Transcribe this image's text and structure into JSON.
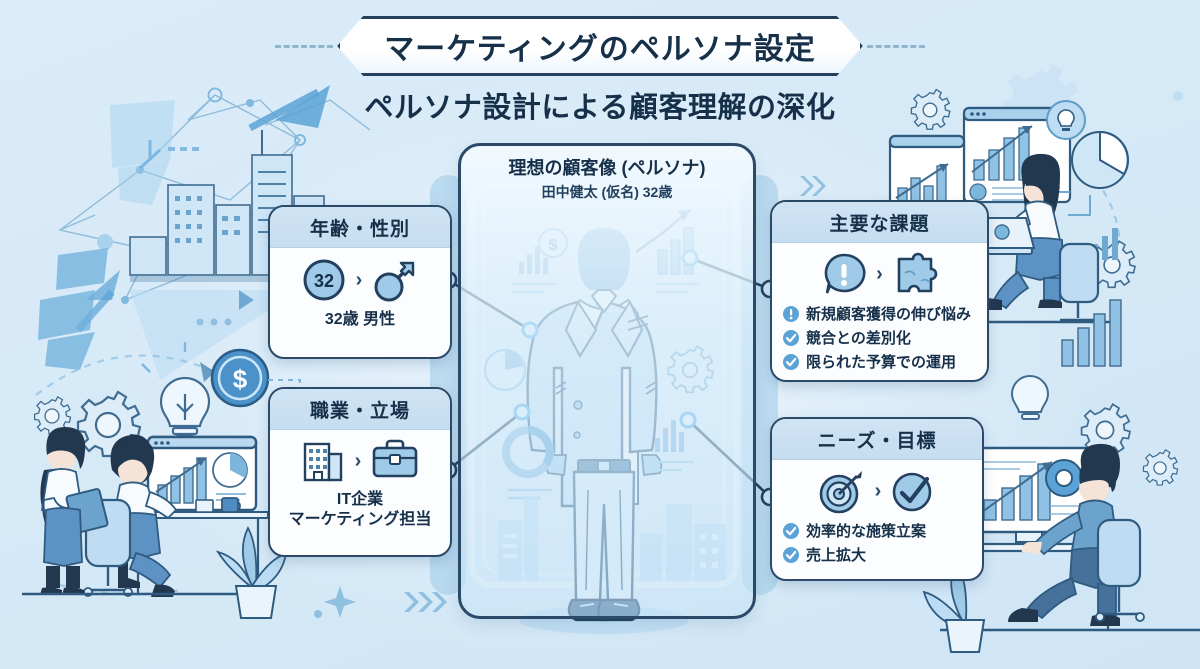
{
  "header": {
    "title": "マーケティングのペルソナ設定",
    "subtitle": "ペルソナ設計による顧客理解の深化"
  },
  "persona": {
    "panel_title": "理想の顧客像 (ペルソナ)",
    "panel_subtitle": "田中健太 (仮名) 32歳",
    "figure_name": "businessman-silhouette"
  },
  "cards": {
    "age": {
      "title": "年齢・性別",
      "icon_left": "age-circle-32-icon",
      "icon_left_value": "32",
      "separator": "›",
      "icon_right": "male-gender-icon",
      "caption": "32歳  男性"
    },
    "job": {
      "title": "職業・立場",
      "icon_left": "office-building-icon",
      "separator": "›",
      "icon_right": "briefcase-icon",
      "caption_line1": "IT企業",
      "caption_line2": "マーケティング担当"
    },
    "issues": {
      "title": "主要な課題",
      "icon_left": "exclamation-bubble-icon",
      "separator": "›",
      "icon_right": "puzzle-piece-icon",
      "items": [
        {
          "icon": "exclamation-badge-icon",
          "text": "新規顧客獲得の伸び悩み"
        },
        {
          "icon": "check-badge-icon",
          "text": "競合との差別化"
        },
        {
          "icon": "check-badge-icon",
          "text": "限られた予算での運用"
        }
      ]
    },
    "needs": {
      "title": "ニーズ・目標",
      "icon_left": "target-dart-icon",
      "separator": "›",
      "icon_right": "check-circle-icon",
      "items": [
        {
          "icon": "check-badge-icon",
          "text": "効率的な施策立案"
        },
        {
          "icon": "check-badge-icon",
          "text": "売上拡大"
        }
      ]
    }
  },
  "illustrations": {
    "top_left": "network-nodes-and-city-skyline",
    "bottom_left": "two-women-at-desk-with-dashboard",
    "top_right": "woman-at-laptop-with-chart-windows",
    "bottom_right": "man-at-desk-with-dashboard",
    "center_icons": [
      "dollar-coin-icon",
      "bar-chart-icon",
      "pie-chart-icon",
      "gear-icon",
      "donut-chart-icon",
      "trend-arrow-icon",
      "city-skyline-icon"
    ]
  },
  "colors": {
    "background": "#dcecf8",
    "ink": "#17304a",
    "outline": "#2b4a68",
    "icon_fill": "#9fcbe8",
    "accent": "#5ba3d6",
    "card_header": "#cfe4f4",
    "card_body": "#fbfdff"
  }
}
